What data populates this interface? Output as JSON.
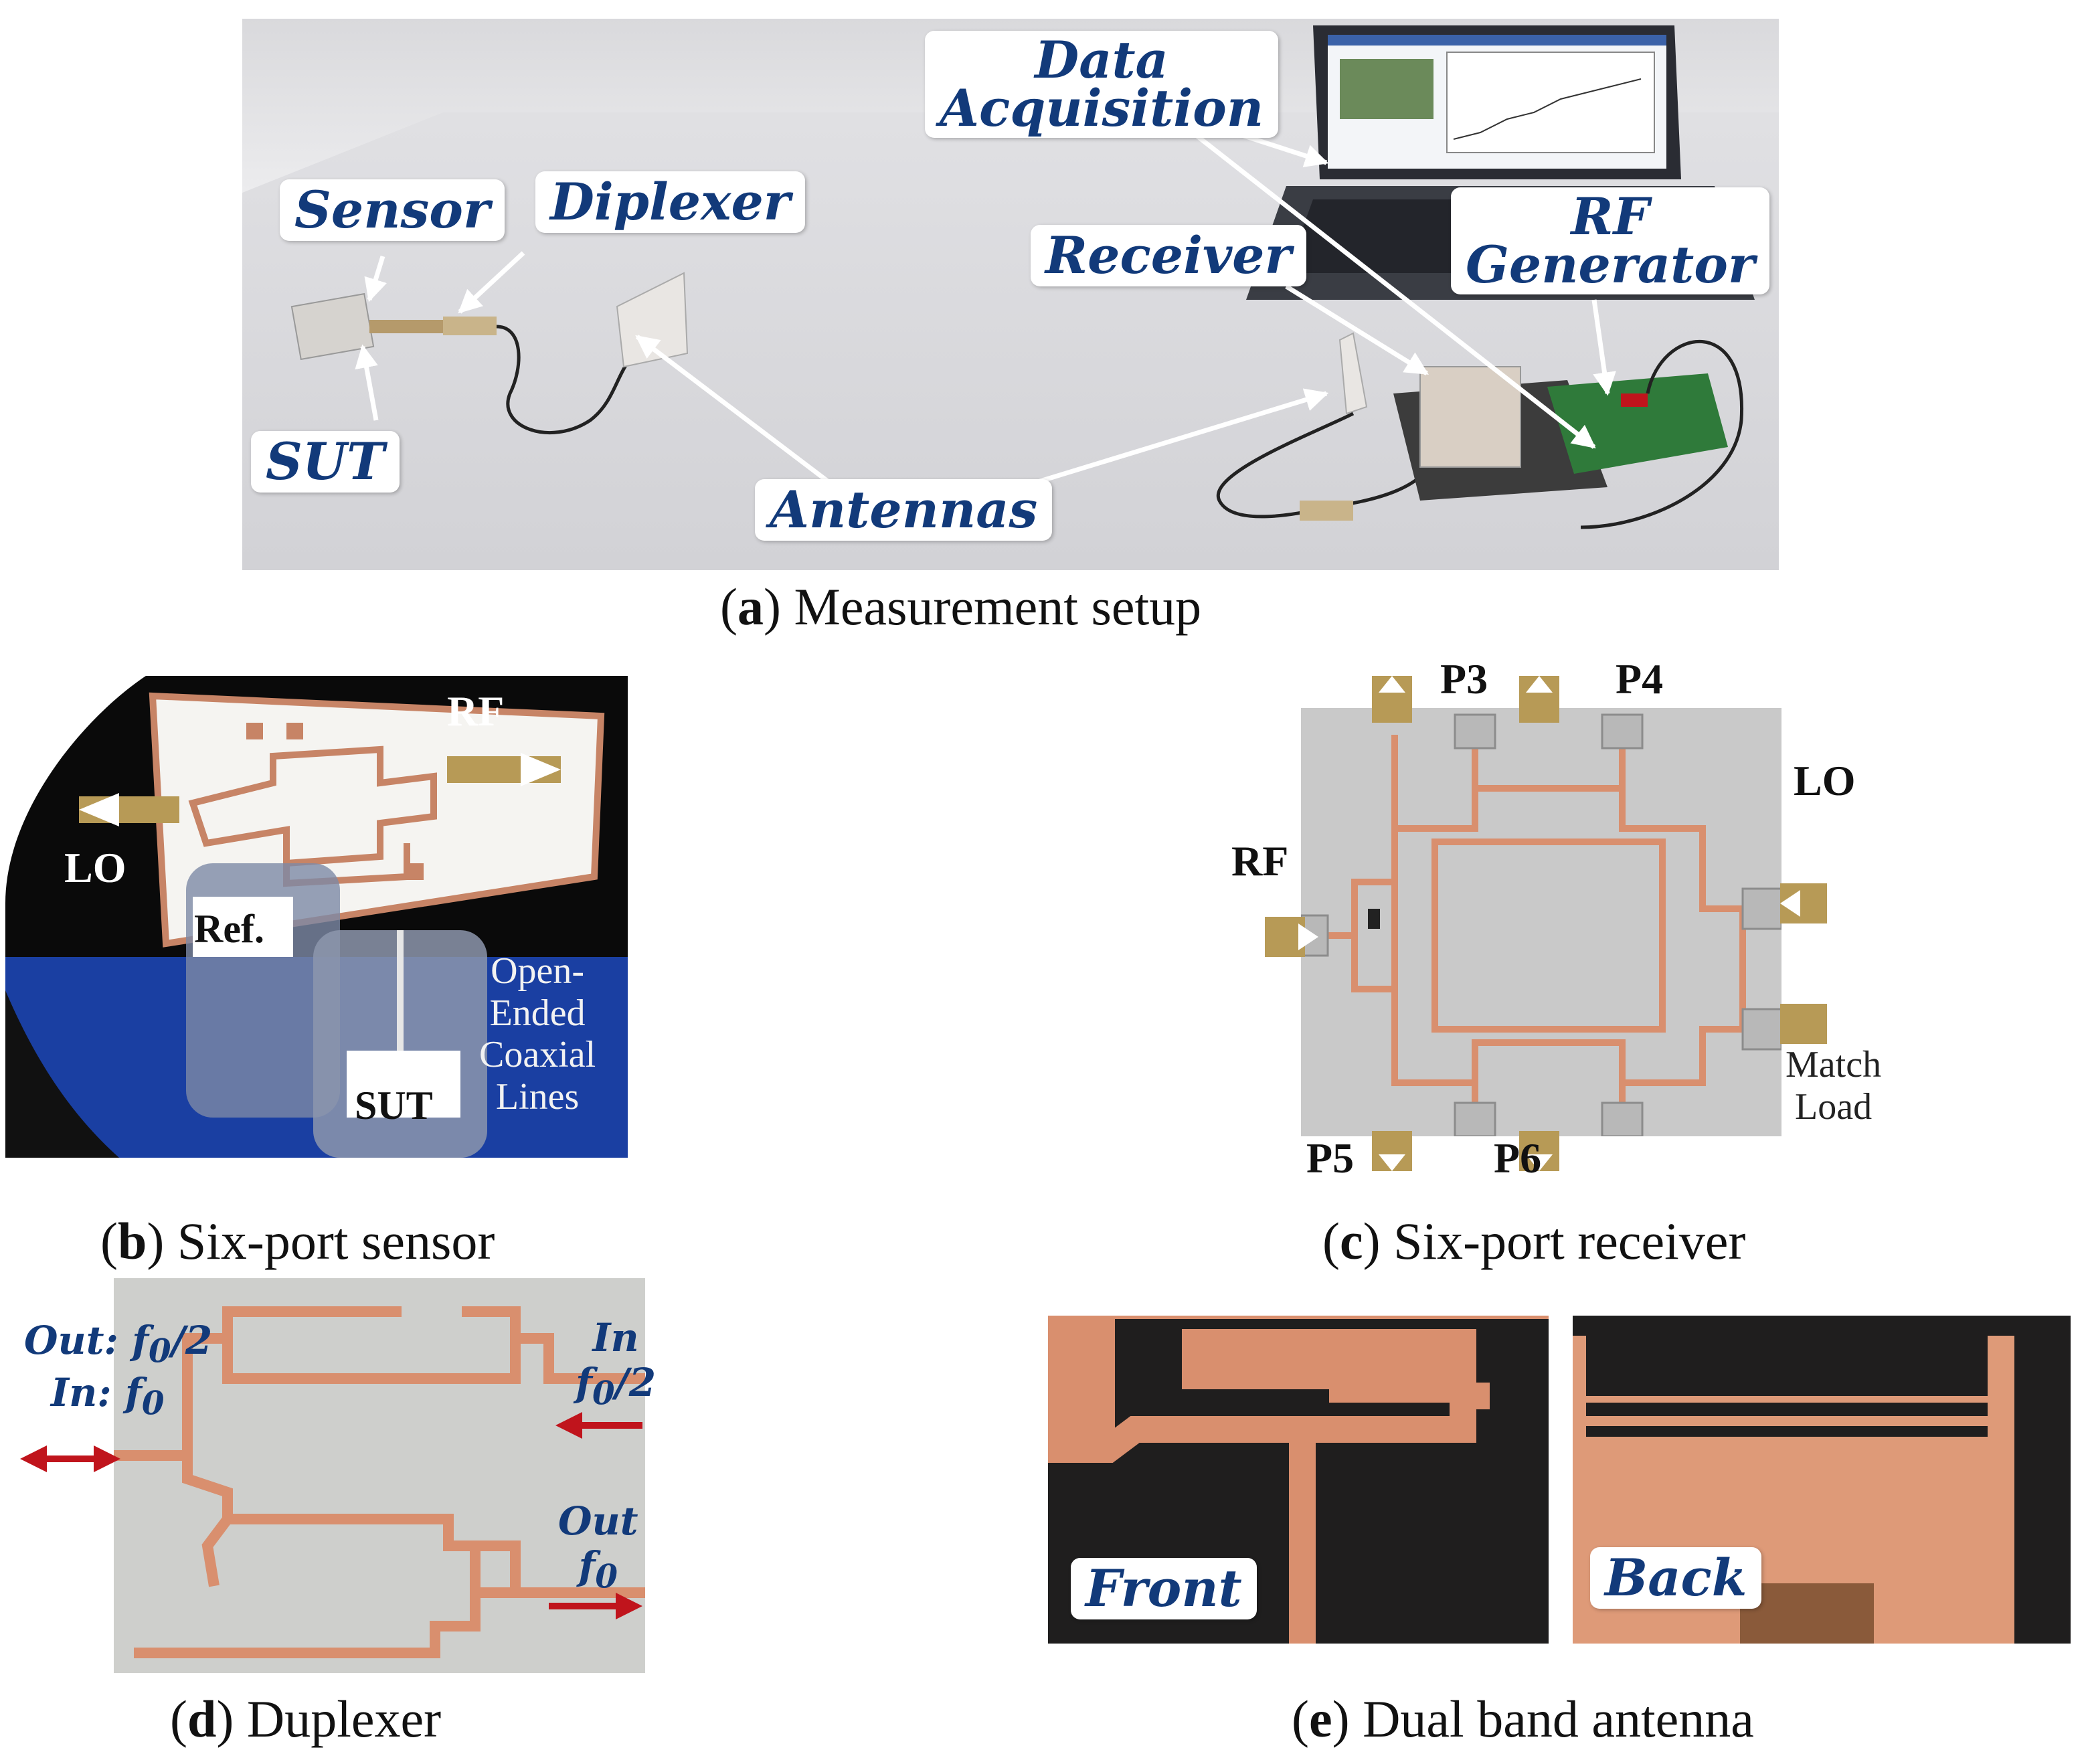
{
  "panel_a": {
    "labels": {
      "sensor": "Sensor",
      "diplexer": "Diplexer",
      "sut": "SUT",
      "antennas": "Antennas",
      "receiver": "Receiver",
      "data_acq_line1": "Data",
      "data_acq_line2": "Acquisition",
      "rf_gen_line1": "RF",
      "rf_gen_line2": "Generator"
    },
    "caption_letter": "a",
    "caption_text": " Measurement setup"
  },
  "panel_b": {
    "labels": {
      "rf": "RF",
      "lo": "LO",
      "ref": "Ref.",
      "sut": "SUT",
      "open_ended_1": "Open-",
      "open_ended_2": "Ended",
      "open_ended_3": "Coaxial",
      "open_ended_4": "Lines"
    },
    "caption_letter": "b",
    "caption_text": " Six-port sensor"
  },
  "panel_c": {
    "labels": {
      "p3": "P3",
      "p4": "P4",
      "lo": "LO",
      "rf": "RF",
      "match_1": "Match",
      "match_2": "Load",
      "p5": "P5",
      "p6": "P6"
    },
    "caption_letter": "c",
    "caption_text": " Six-port receiver"
  },
  "panel_d": {
    "labels": {
      "out_left": "Out: f",
      "out_left_sub": "0",
      "out_left_tail": "/2",
      "in_left": "In: f",
      "in_left_sub": "0",
      "in_right_1": "In",
      "in_right_2": "f",
      "in_right_2_sub": "0",
      "in_right_2_tail": "/2",
      "out_right_1": "Out",
      "out_right_2": "f",
      "out_right_2_sub": "0"
    },
    "caption_letter": "d",
    "caption_text": " Duplexer"
  },
  "panel_e": {
    "labels": {
      "front": "Front",
      "back": "Back"
    },
    "caption_letter": "e",
    "caption_text": " Dual band antenna"
  },
  "colors": {
    "callout_text": "#123a7a",
    "copper": "#d98f6e",
    "arrow_red": "#c0141c",
    "board_gray": "#c9c9c9"
  }
}
